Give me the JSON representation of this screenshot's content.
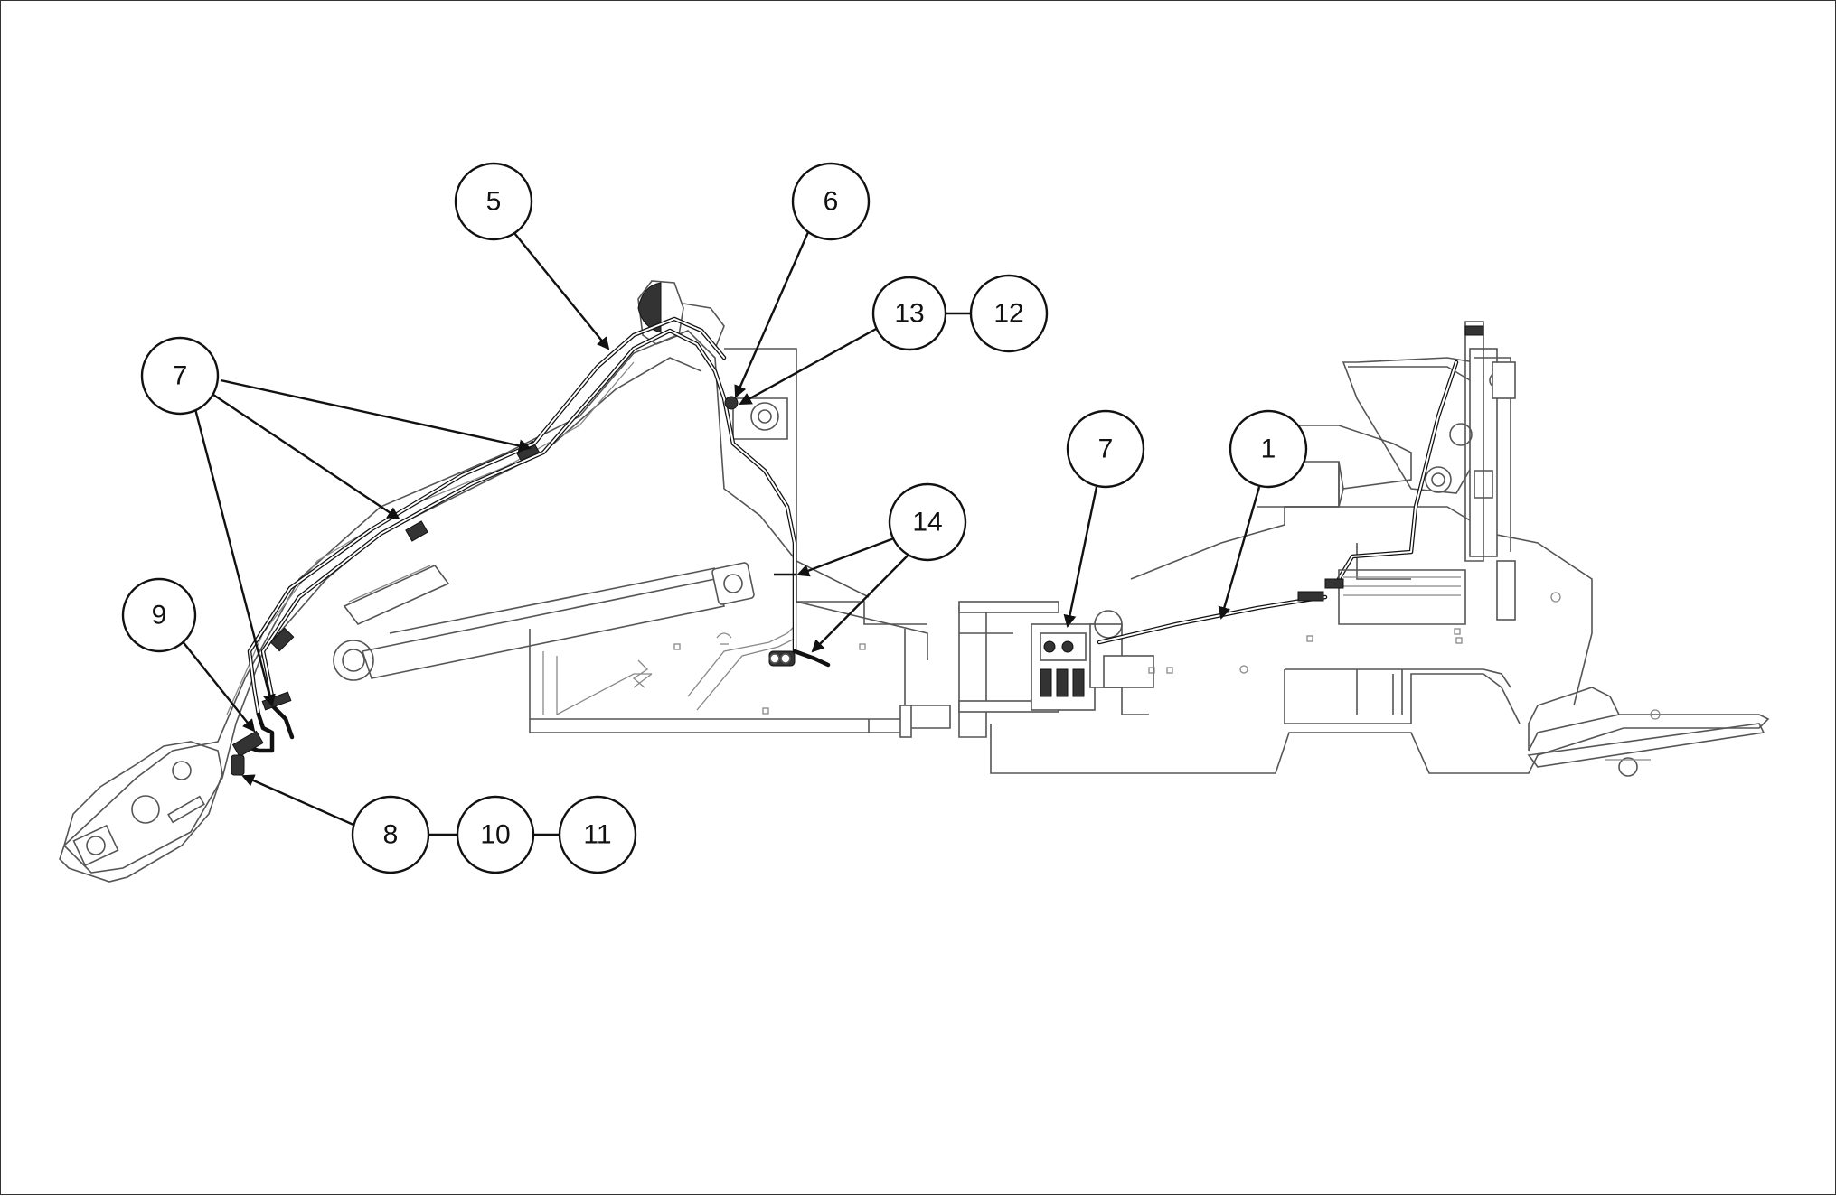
{
  "diagram": {
    "left_assembly": "loader-boom-assembly",
    "right_assembly": "tractor-frame-assembly",
    "callouts": [
      {
        "id": "c5",
        "label": "5"
      },
      {
        "id": "c6",
        "label": "6"
      },
      {
        "id": "c13",
        "label": "13"
      },
      {
        "id": "c12",
        "label": "12"
      },
      {
        "id": "c7a",
        "label": "7"
      },
      {
        "id": "c14",
        "label": "14"
      },
      {
        "id": "c9",
        "label": "9"
      },
      {
        "id": "c8",
        "label": "8"
      },
      {
        "id": "c10",
        "label": "10"
      },
      {
        "id": "c11",
        "label": "11"
      },
      {
        "id": "c7b",
        "label": "7"
      },
      {
        "id": "c1",
        "label": "1"
      }
    ]
  }
}
